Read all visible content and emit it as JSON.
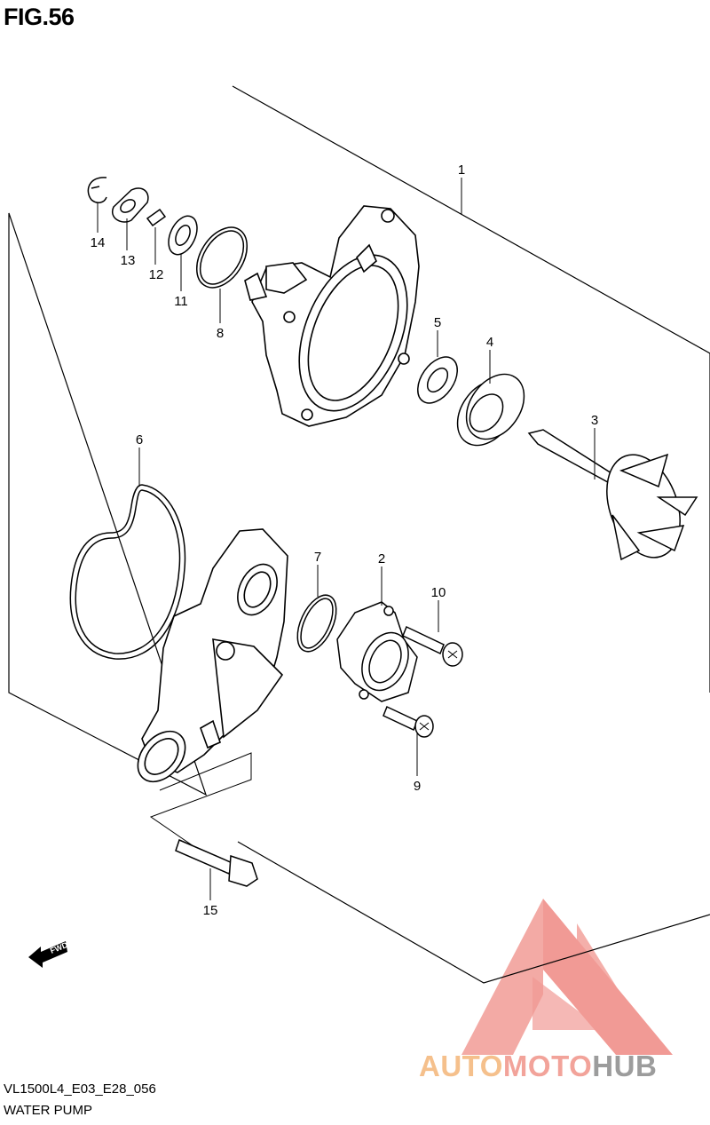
{
  "figure": {
    "title": "FIG.56"
  },
  "callouts": [
    {
      "id": "1",
      "label": "1"
    },
    {
      "id": "2",
      "label": "2"
    },
    {
      "id": "3",
      "label": "3"
    },
    {
      "id": "4",
      "label": "4"
    },
    {
      "id": "5",
      "label": "5"
    },
    {
      "id": "6",
      "label": "6"
    },
    {
      "id": "7",
      "label": "7"
    },
    {
      "id": "8",
      "label": "8"
    },
    {
      "id": "9",
      "label": "9"
    },
    {
      "id": "10",
      "label": "10"
    },
    {
      "id": "11",
      "label": "11"
    },
    {
      "id": "12",
      "label": "12"
    },
    {
      "id": "13",
      "label": "13"
    },
    {
      "id": "14",
      "label": "14"
    },
    {
      "id": "15",
      "label": "15"
    }
  ],
  "fwd_label": "FWD",
  "footer": {
    "code": "VL1500L4_E03_E28_056",
    "name": "WATER PUMP"
  },
  "watermark": {
    "part1": "AUTO",
    "part2": "MOTO",
    "part3": "HUB"
  },
  "colors": {
    "watermark_red": "#f0908a",
    "watermark_orange": "#f5c08c",
    "watermark_gray": "#9c9c9c"
  }
}
